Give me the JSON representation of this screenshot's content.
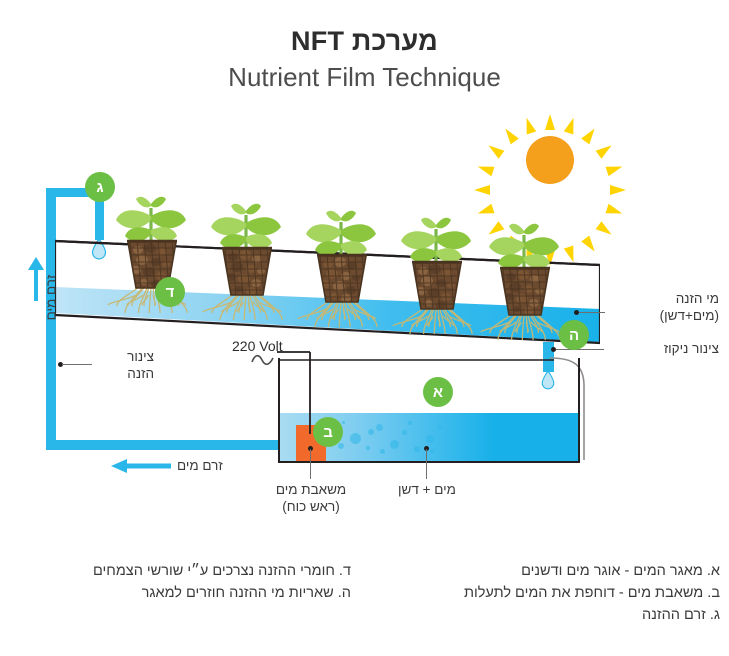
{
  "title": {
    "hebrew": "מערכת NFT",
    "english": "Nutrient Film Technique"
  },
  "diagram": {
    "labels": {
      "nutrient_water": "מי הזנה",
      "nutrient_water_sub": "(מים+דשן)",
      "drain_pipe": "צינור ניקוז",
      "feed_pipe_line1": "צינור",
      "feed_pipe_line2": "הזנה",
      "water_flow_vertical": "זרם מים",
      "water_flow_horizontal": "זרם מים",
      "pump_line1": "משאבת מים",
      "pump_line2": "(ראש כוח)",
      "water_fertilizer": "מים + דשן",
      "voltage": "220 Volt"
    },
    "badges": [
      {
        "id": "badge-gimel",
        "letter": "ג"
      },
      {
        "id": "badge-dalet",
        "letter": "ד"
      },
      {
        "id": "badge-hey",
        "letter": "ה"
      },
      {
        "id": "badge-alef",
        "letter": "א"
      },
      {
        "id": "badge-bet",
        "letter": "ב"
      }
    ],
    "colors": {
      "water": "#29b6e8",
      "water_light": "#a9dcf2",
      "pump": "#f26a2b",
      "badge": "#6cbf45",
      "leaf": "#8cc63f",
      "sun_core": "#f5a01c",
      "sun_rays": "#ffd400",
      "outline": "#231f20"
    }
  },
  "legend": {
    "right": [
      "א. מאגר המים - אוגר מים ודשנים",
      "ב. משאבת מים - דוחפת את המים לתעלות",
      "ג. זרם ההזנה"
    ],
    "left": [
      "ד. חומרי ההזנה נצרכים ע״י שורשי הצמחים",
      "ה. שאריות מי ההזנה חוזרים למאגר"
    ]
  }
}
